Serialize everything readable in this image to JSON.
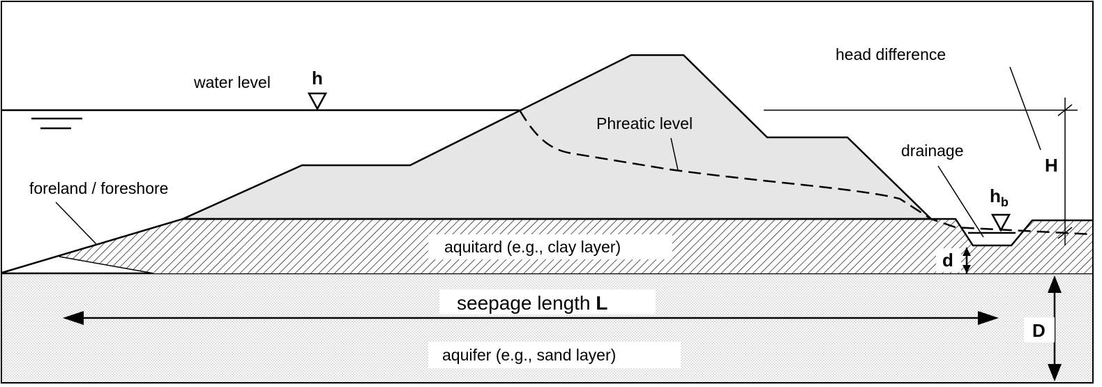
{
  "labels": {
    "water_level": "water level",
    "h": "h",
    "phreatic_level": "Phreatic level",
    "head_difference": "head difference",
    "H": "H",
    "drainage": "drainage",
    "hb_main": "h",
    "hb_sub": "b",
    "foreland": "foreland / foreshore",
    "aquitard": "aquitard (e.g., clay layer)",
    "d": "d",
    "seepage_length": "seepage length ",
    "L": "L",
    "D": "D",
    "aquifer": "aquifer (e.g., sand layer)"
  },
  "colors": {
    "dike_fill": "#e6e6e6",
    "line": "#000000",
    "background": "#ffffff"
  }
}
